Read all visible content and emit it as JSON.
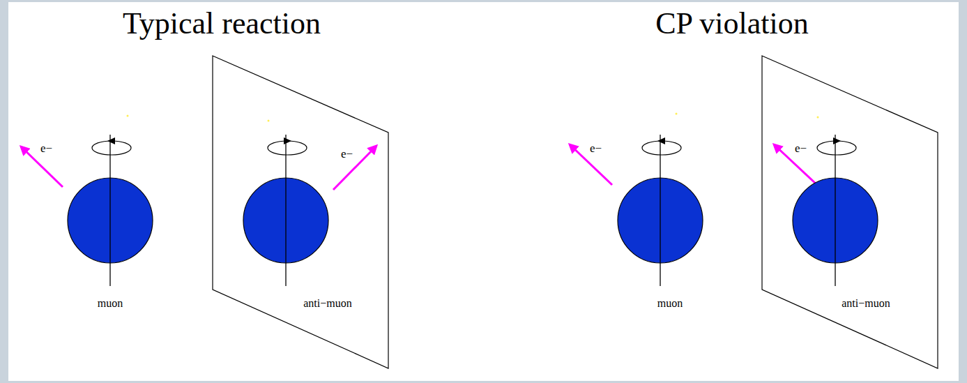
{
  "diagram": {
    "nodes": [
      {
        "text": [
          "muon"
        ]
      },
      {
        "text": [
          "anti−muon"
        ]
      },
      {
        "text": [
          "muon"
        ]
      },
      {
        "text": [
          "anti−muon"
        ]
      }
    ],
    "labels": [
      "Typical reaction",
      "CP violation",
      "e−",
      "e−",
      "e−",
      "e−"
    ]
  }
}
